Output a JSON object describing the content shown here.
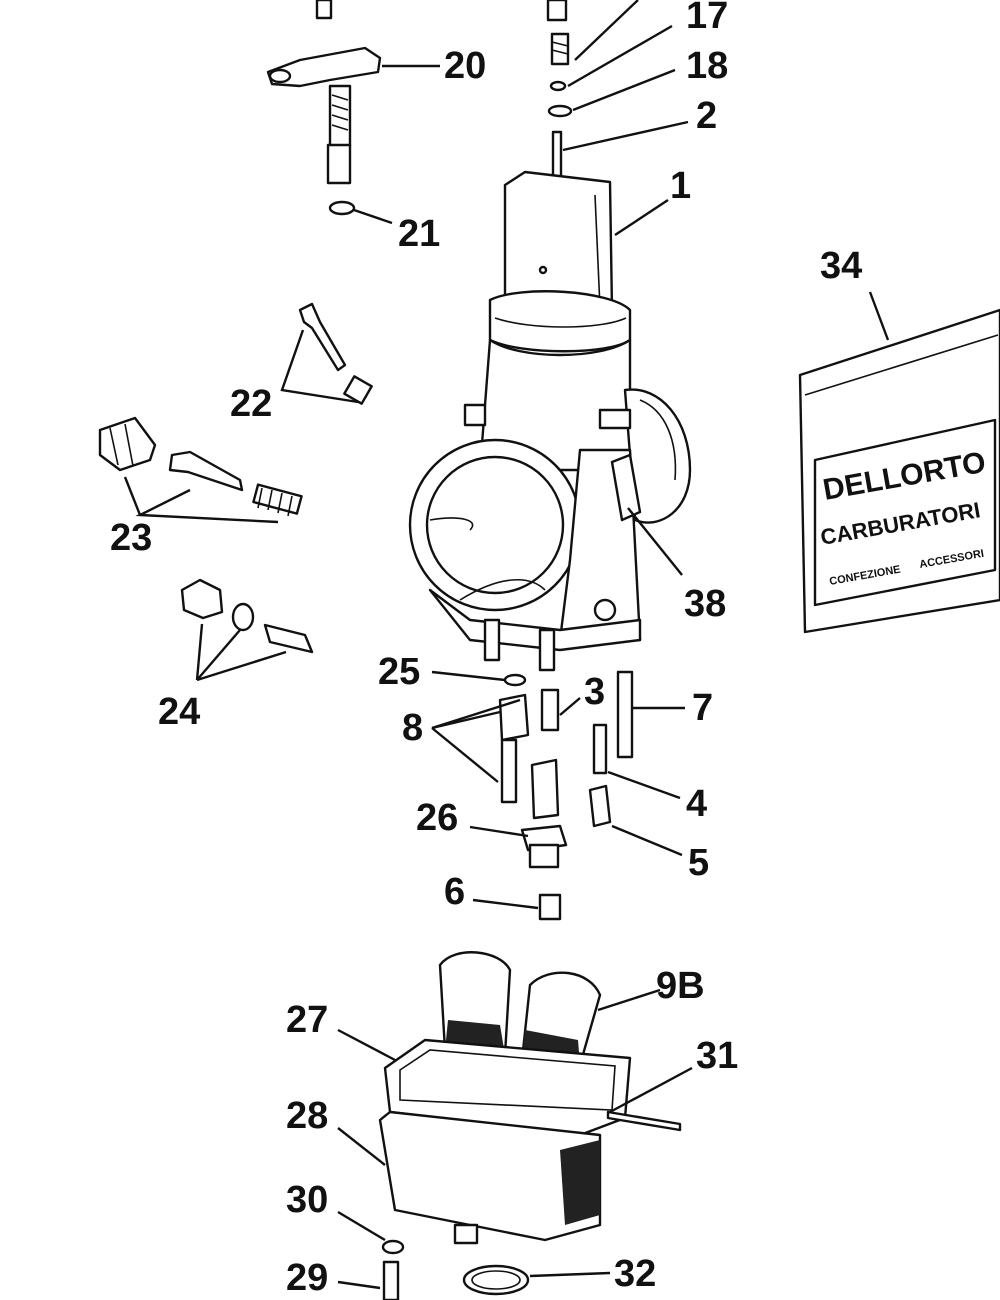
{
  "diagram": {
    "callouts": [
      {
        "id": "c17",
        "label": "17"
      },
      {
        "id": "c18",
        "label": "18"
      },
      {
        "id": "c2",
        "label": "2"
      },
      {
        "id": "c1",
        "label": "1"
      },
      {
        "id": "c20",
        "label": "20"
      },
      {
        "id": "c21",
        "label": "21"
      },
      {
        "id": "c34",
        "label": "34"
      },
      {
        "id": "c22",
        "label": "22"
      },
      {
        "id": "c23",
        "label": "23"
      },
      {
        "id": "c38",
        "label": "38"
      },
      {
        "id": "c24",
        "label": "24"
      },
      {
        "id": "c25",
        "label": "25"
      },
      {
        "id": "c3",
        "label": "3"
      },
      {
        "id": "c7",
        "label": "7"
      },
      {
        "id": "c8",
        "label": "8"
      },
      {
        "id": "c4",
        "label": "4"
      },
      {
        "id": "c26",
        "label": "26"
      },
      {
        "id": "c5",
        "label": "5"
      },
      {
        "id": "c6",
        "label": "6"
      },
      {
        "id": "c9b",
        "label": "9B"
      },
      {
        "id": "c27",
        "label": "27"
      },
      {
        "id": "c31",
        "label": "31"
      },
      {
        "id": "c28",
        "label": "28"
      },
      {
        "id": "c30",
        "label": "30"
      },
      {
        "id": "c29",
        "label": "29"
      },
      {
        "id": "c32",
        "label": "32"
      }
    ],
    "package": {
      "brand": "DELLORTO",
      "line2": "CARBURATORI",
      "line3": "CONFEZIONE",
      "line4": "ACCESSORI"
    }
  }
}
